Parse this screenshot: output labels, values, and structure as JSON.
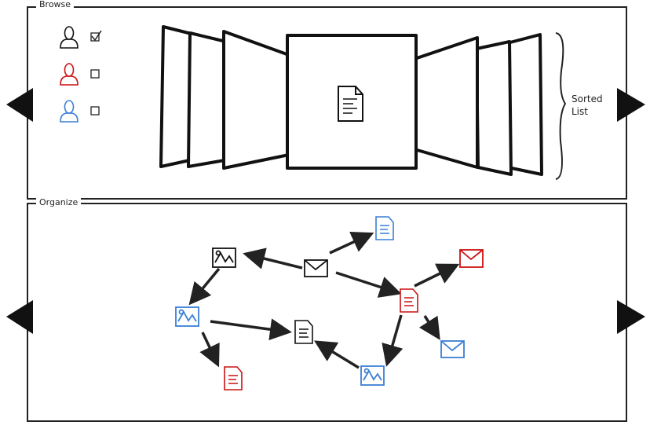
{
  "panels": {
    "browse": {
      "title": "Browse"
    },
    "organize": {
      "title": "Organize"
    }
  },
  "browse": {
    "users": [
      {
        "color": "#111111",
        "checked": true
      },
      {
        "color": "#cc1111",
        "checked": false
      },
      {
        "color": "#3a7fd5",
        "checked": false
      }
    ],
    "sorted_list_label": [
      "Sorted",
      "List"
    ],
    "center_icon": "document-icon"
  },
  "organize": {
    "nodes": [
      {
        "id": "email-black",
        "icon": "email-icon",
        "color": "#111111"
      },
      {
        "id": "image-black",
        "icon": "image-icon",
        "color": "#111111"
      },
      {
        "id": "doc-blue-top",
        "icon": "document-icon",
        "color": "#3a7fd5"
      },
      {
        "id": "email-red",
        "icon": "email-icon",
        "color": "#cc1111"
      },
      {
        "id": "doc-red-mid",
        "icon": "document-icon",
        "color": "#cc1111"
      },
      {
        "id": "image-blue-left",
        "icon": "image-icon",
        "color": "#3a7fd5"
      },
      {
        "id": "doc-black-center",
        "icon": "document-icon",
        "color": "#111111"
      },
      {
        "id": "email-blue",
        "icon": "email-icon",
        "color": "#3a7fd5"
      },
      {
        "id": "doc-red-bottom",
        "icon": "document-icon",
        "color": "#cc1111"
      },
      {
        "id": "image-blue-bottom",
        "icon": "image-icon",
        "color": "#3a7fd5"
      }
    ]
  },
  "colors": {
    "ink": "#111111",
    "red": "#cc1111",
    "blue": "#3a7fd5"
  }
}
